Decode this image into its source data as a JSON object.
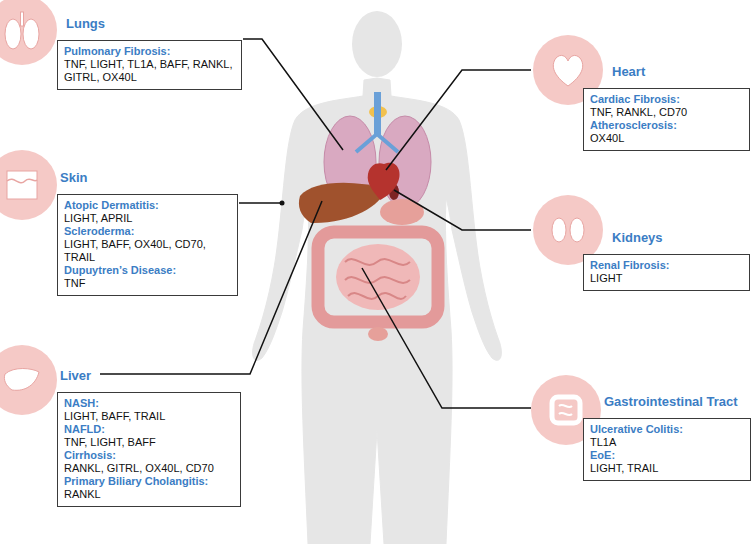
{
  "diagram": {
    "nodes": [
      {
        "text": [
          "Lungs",
          "Pulmonary Fibrosis:",
          "TNF, LIGHT, TL1A, BAFF, RANKL, GITRL, OX40L"
        ]
      },
      {
        "text": [
          "Heart",
          "Cardiac Fibrosis:",
          "TNF, RANKL, CD70",
          "Atherosclerosis:",
          "OX40L"
        ]
      },
      {
        "text": [
          "Skin",
          "Atopic Dermatitis:",
          "LIGHT, APRIL",
          "Scleroderma:",
          "LIGHT, BAFF, OX40L, CD70, TRAIL",
          "Dupuytren’s Disease:",
          "TNF"
        ]
      },
      {
        "text": [
          "Kidneys",
          "Renal Fibrosis:",
          "LIGHT"
        ]
      },
      {
        "text": [
          "Liver",
          "NASH:",
          "LIGHT, BAFF, TRAIL",
          "NAFLD:",
          "TNF, LIGHT, BAFF",
          "Cirrhosis:",
          "RANKL, GITRL, OX40L, CD70",
          "Primary Biliary Cholangitis:",
          "RANKL"
        ]
      },
      {
        "text": [
          "Gastrointestinal Tract",
          "Ulcerative Colitis:",
          "TL1A",
          "EoE:",
          "LIGHT, TRAIL"
        ]
      }
    ]
  }
}
